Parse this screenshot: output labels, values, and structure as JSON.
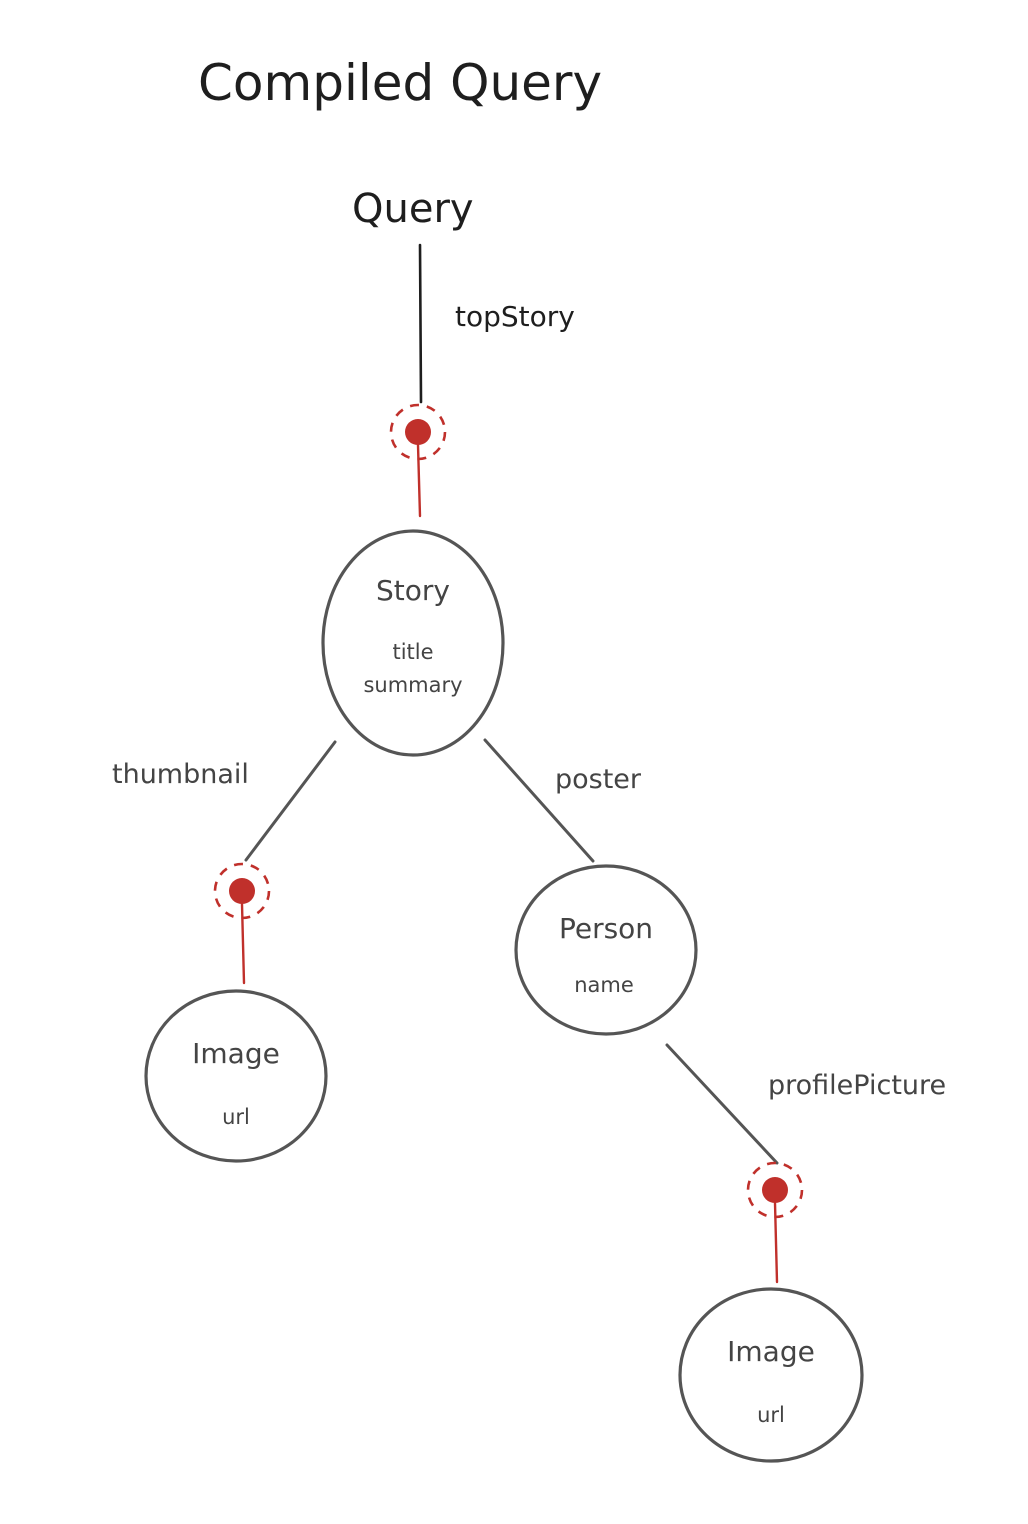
{
  "title": "Compiled Query",
  "root": "Query",
  "edges": {
    "top_story": "topStory",
    "thumbnail": "thumbnail",
    "poster": "poster",
    "profile_picture": "profilePicture"
  },
  "nodes": {
    "story": {
      "type": "Story",
      "fields": [
        "title",
        "summary"
      ]
    },
    "person": {
      "type": "Person",
      "fields": [
        "name"
      ]
    },
    "image_thumbnail": {
      "type": "Image",
      "fields": [
        "url"
      ]
    },
    "image_profile": {
      "type": "Image",
      "fields": [
        "url"
      ]
    }
  },
  "colors": {
    "ink": "#1e1e1e",
    "node_stroke": "#555555",
    "fragment_marker": "#c0302b"
  }
}
